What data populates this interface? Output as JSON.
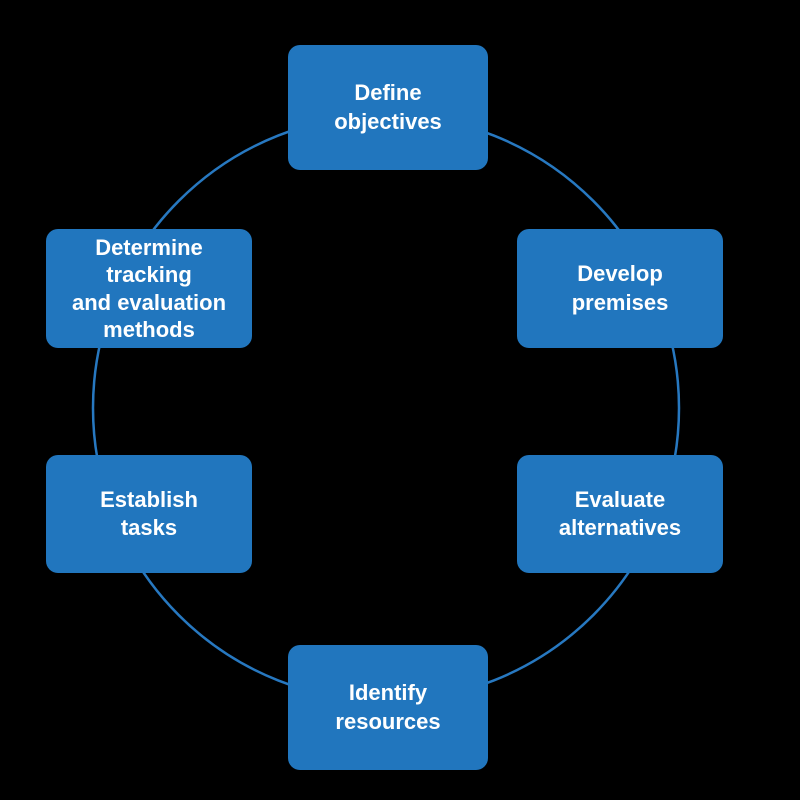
{
  "colors": {
    "background": "#000000",
    "box_fill": "#2176BE",
    "circle_stroke": "#2778C0",
    "text_color": "#FFFFFF"
  },
  "diagram": {
    "type": "circular-process",
    "nodes": [
      {
        "id": "define-objectives",
        "label": "Define\nobjectives"
      },
      {
        "id": "develop-premises",
        "label": "Develop\npremises"
      },
      {
        "id": "evaluate-alternatives",
        "label": "Evaluate\nalternatives"
      },
      {
        "id": "identify-resources",
        "label": "Identify\nresources"
      },
      {
        "id": "establish-tasks",
        "label": "Establish\ntasks"
      },
      {
        "id": "determine-tracking",
        "label": "Determine\ntracking\nand evaluation\nmethods"
      }
    ]
  }
}
